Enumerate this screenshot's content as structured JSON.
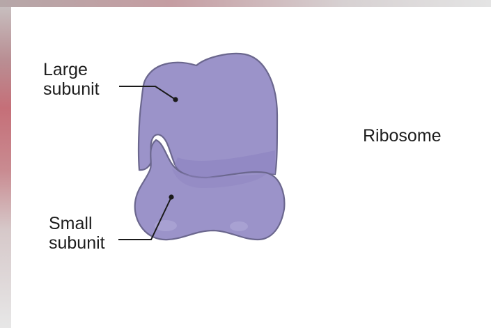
{
  "diagram": {
    "labels": {
      "large_subunit": "Large\nsubunit",
      "small_subunit": "Small\nsubunit",
      "ribosome": "Ribosome"
    },
    "colors": {
      "subunit_fill": "#9b93c9",
      "subunit_shadow": "#8b82bd",
      "outline": "#6b678e",
      "leader_line": "#1a1a1a"
    }
  }
}
